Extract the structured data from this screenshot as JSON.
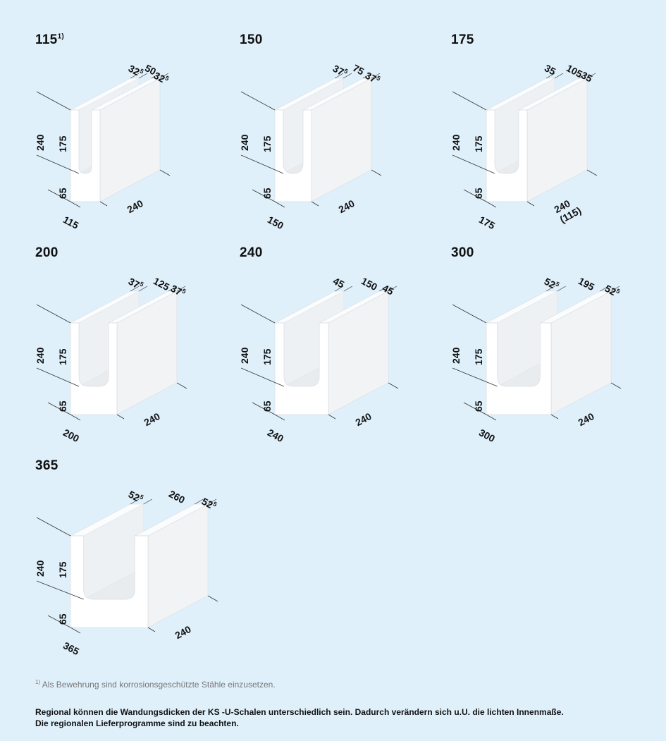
{
  "blocks": [
    {
      "title": "115",
      "title_sup": "1)",
      "height_total": "240",
      "height_upper": "175",
      "height_lower": "65",
      "width": "115",
      "depth": "240",
      "depth_sub": "",
      "wall_left": "32",
      "wall_left_sup": "5",
      "inner": "50",
      "wall_right": "32",
      "wall_right_sup": "5"
    },
    {
      "title": "150",
      "title_sup": "",
      "height_total": "240",
      "height_upper": "175",
      "height_lower": "65",
      "width": "150",
      "depth": "240",
      "depth_sub": "",
      "wall_left": "37",
      "wall_left_sup": "5",
      "inner": "75",
      "wall_right": "37",
      "wall_right_sup": "5"
    },
    {
      "title": "175",
      "title_sup": "",
      "height_total": "240",
      "height_upper": "175",
      "height_lower": "65",
      "width": "175",
      "depth": "240",
      "depth_sub": "(115)",
      "wall_left": "35",
      "wall_left_sup": "",
      "inner": "105",
      "wall_right": "35",
      "wall_right_sup": ""
    },
    {
      "title": "200",
      "title_sup": "",
      "height_total": "240",
      "height_upper": "175",
      "height_lower": "65",
      "width": "200",
      "depth": "240",
      "depth_sub": "",
      "wall_left": "37",
      "wall_left_sup": "5",
      "inner": "125",
      "wall_right": "37",
      "wall_right_sup": "5"
    },
    {
      "title": "240",
      "title_sup": "",
      "height_total": "240",
      "height_upper": "175",
      "height_lower": "65",
      "width": "240",
      "depth": "240",
      "depth_sub": "",
      "wall_left": "45",
      "wall_left_sup": "",
      "inner": "150",
      "wall_right": "45",
      "wall_right_sup": ""
    },
    {
      "title": "300",
      "title_sup": "",
      "height_total": "240",
      "height_upper": "175",
      "height_lower": "65",
      "width": "300",
      "depth": "240",
      "depth_sub": "",
      "wall_left": "52",
      "wall_left_sup": "5",
      "inner": "195",
      "wall_right": "52",
      "wall_right_sup": "5"
    },
    {
      "title": "365",
      "title_sup": "",
      "height_total": "240",
      "height_upper": "175",
      "height_lower": "65",
      "width": "365",
      "depth": "240",
      "depth_sub": "",
      "wall_left": "52",
      "wall_left_sup": "5",
      "inner": "260",
      "wall_right": "52",
      "wall_right_sup": "5"
    }
  ],
  "footnote": {
    "mark": "1)",
    "text": "Als Bewehrung sind korrosionsgeschützte Stähle einzusetzen."
  },
  "note": {
    "line1": "Regional können die Wandungsdicken der KS -U-Schalen unterschiedlich sein. Dadurch verändern sich u.U. die lichten Innenmaße.",
    "line2": "Die regionalen Lieferprogramme sind zu beachten."
  }
}
